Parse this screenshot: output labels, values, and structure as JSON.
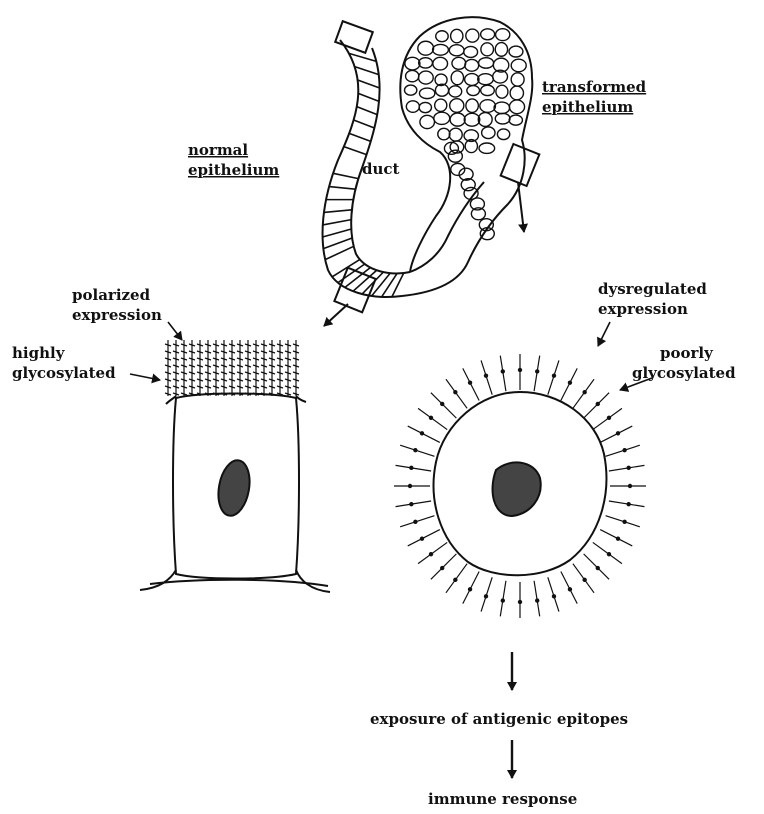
{
  "labels": {
    "duct": "duct",
    "normal_line1": "normal",
    "normal_line2": "epithelium",
    "transformed_line1": "transformed",
    "transformed_line2": "epithelium",
    "polarized_line1": "polarized",
    "polarized_line2": "expression",
    "highly_line1": "highly",
    "highly_line2": "glycosylated",
    "dysregulated_line1": "dysregulated",
    "dysregulated_line2": "expression",
    "poorly_line1": "poorly",
    "poorly_line2": "glycosylated",
    "exposure": "exposure of antigenic epitopes",
    "immune": "immune response"
  }
}
